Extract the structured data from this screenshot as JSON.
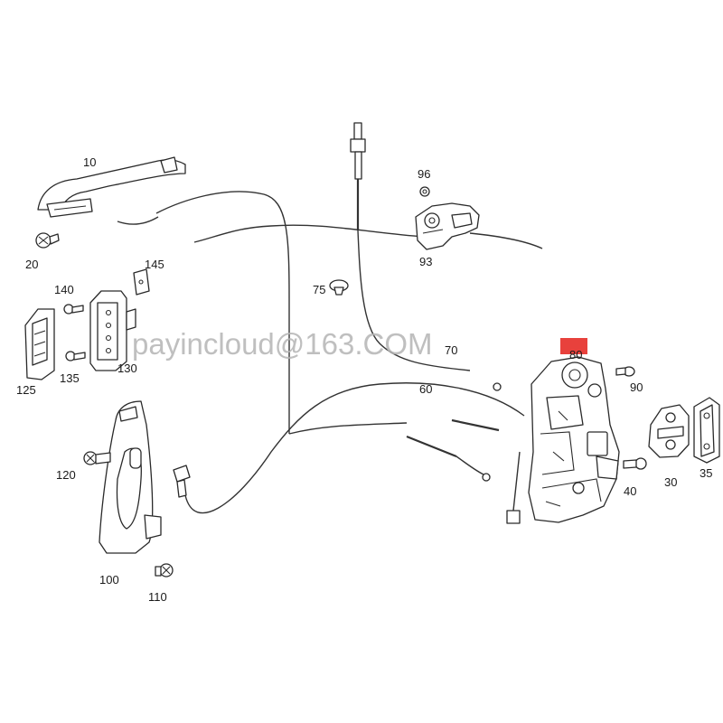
{
  "diagram": {
    "watermark": "payincloud@163.COM",
    "highlight_color": "#e8413c",
    "callouts": [
      {
        "id": "c10",
        "text": "10"
      },
      {
        "id": "c20",
        "text": "20"
      },
      {
        "id": "c30",
        "text": "30"
      },
      {
        "id": "c35",
        "text": "35"
      },
      {
        "id": "c40",
        "text": "40"
      },
      {
        "id": "c60",
        "text": "60"
      },
      {
        "id": "c70",
        "text": "70"
      },
      {
        "id": "c75",
        "text": "75"
      },
      {
        "id": "c80",
        "text": "80"
      },
      {
        "id": "c90",
        "text": "90"
      },
      {
        "id": "c93",
        "text": "93"
      },
      {
        "id": "c96",
        "text": "96"
      },
      {
        "id": "c100",
        "text": "100"
      },
      {
        "id": "c110",
        "text": "110"
      },
      {
        "id": "c120",
        "text": "120"
      },
      {
        "id": "c125",
        "text": "125"
      },
      {
        "id": "c130",
        "text": "130"
      },
      {
        "id": "c135",
        "text": "135"
      },
      {
        "id": "c140",
        "text": "140"
      },
      {
        "id": "c145",
        "text": "145"
      }
    ]
  }
}
